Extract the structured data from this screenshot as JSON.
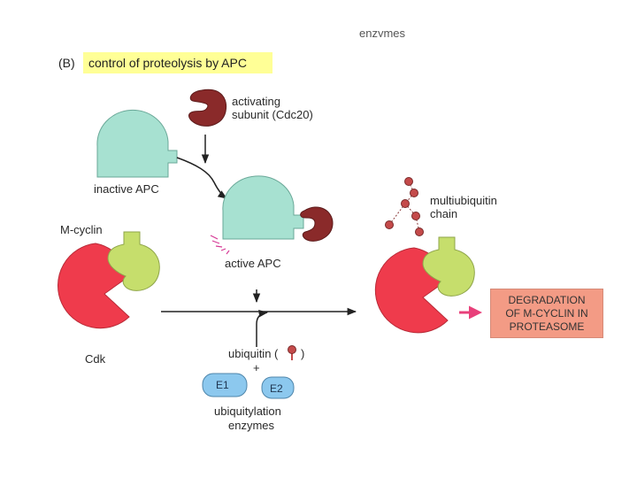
{
  "header": {
    "cut_text": "enzymes",
    "panel_letter": "(B)",
    "title": "control of proteolysis by APC"
  },
  "labels": {
    "activating_subunit_line1": "activating",
    "activating_subunit_line2": "subunit (Cdc20)",
    "inactive_apc": "inactive APC",
    "active_apc": "active APC",
    "m_cyclin": "M-cyclin",
    "cdk": "Cdk",
    "multiubiquitin_line1": "multiubiquitin",
    "multiubiquitin_line2": "chain",
    "ubiquitin": "ubiquitin (",
    "ubiquitin_close": ")",
    "plus": "+",
    "e1": "E1",
    "e2": "E2",
    "ubiquitylation_line1": "ubiquitylation",
    "ubiquitylation_line2": "enzymes",
    "degradation": "DEGRADATION\nOF M-CYCLIN IN\nPROTEASOME"
  },
  "colors": {
    "apc_teal": "#a7e1d1",
    "cdc20_maroon": "#8a2a2a",
    "cyclin_green": "#c6de6c",
    "cdk_red": "#ef3b4c",
    "enzyme_blue": "#8cc8ee",
    "ubiquitin_red": "#c44a4a",
    "highlight_yellow": "#ffff96",
    "degradation_salmon": "#f39b85",
    "arrow_pink": "#e8407a",
    "spark_magenta": "#d63a96"
  }
}
